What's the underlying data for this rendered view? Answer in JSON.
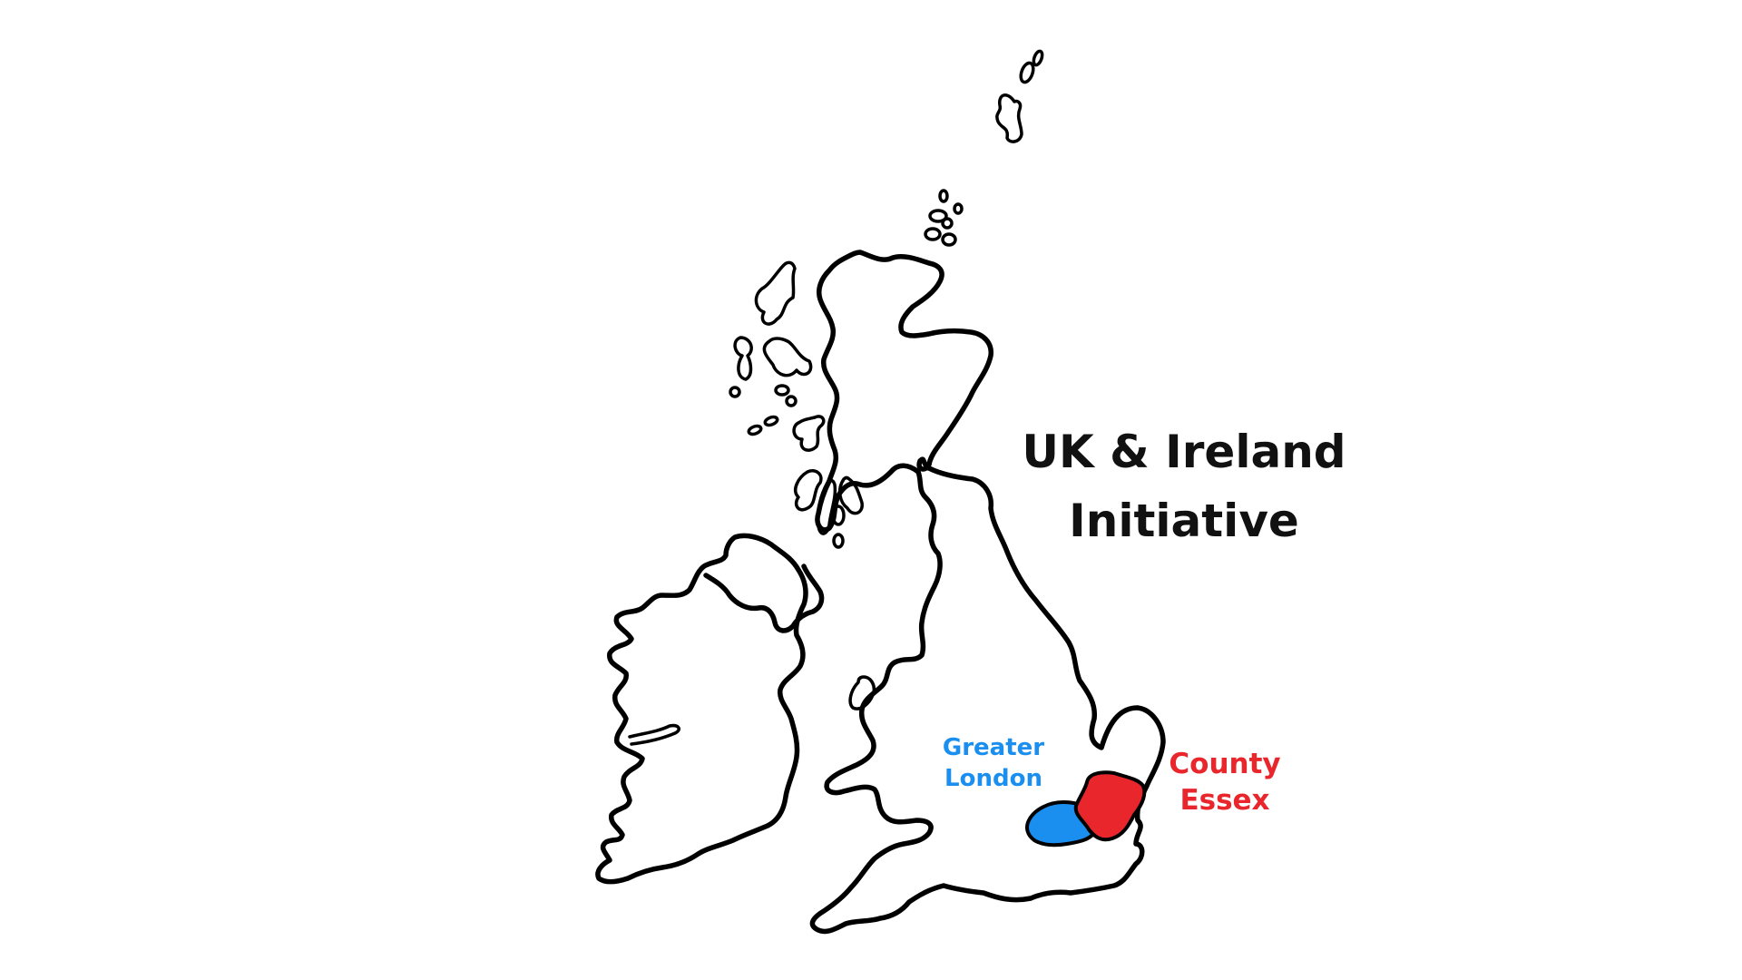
{
  "title": {
    "line1": "UK & Ireland",
    "line2": "Initiative"
  },
  "regions": [
    {
      "id": "greater-london",
      "line1": "Greater",
      "line2": "London",
      "color": "#1a8ff0"
    },
    {
      "id": "county-essex",
      "line1": "County",
      "line2": "Essex",
      "color": "#e8262b"
    }
  ],
  "colors": {
    "background": "#ffffff",
    "outline": "#000000",
    "title": "#111111"
  }
}
